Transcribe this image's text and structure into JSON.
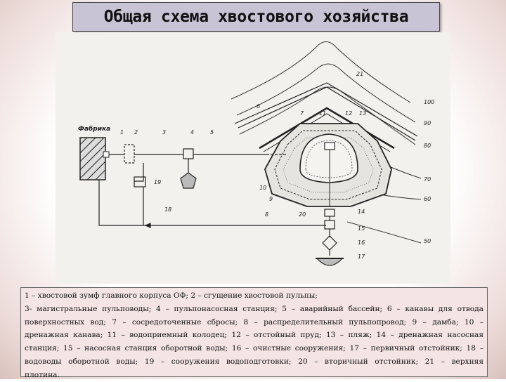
{
  "title": "Общая схема хвостового хозяйства",
  "diagram": {
    "factory_label": "Фабрика",
    "callouts": [
      "1",
      "2",
      "3",
      "4",
      "5",
      "6",
      "7",
      "8",
      "9",
      "10",
      "11",
      "12",
      "13",
      "14",
      "15",
      "16",
      "17",
      "18",
      "19",
      "20",
      "21"
    ],
    "contour_labels": [
      "100",
      "90",
      "80",
      "70",
      "60",
      "50"
    ]
  },
  "legend": {
    "lines": [
      "1 – хвостовой зумф главного корпуса ОФ; 2 – сгущение хвостовой пульпы;",
      "3- магистральные пульповоды; 4 – пульпонасосная станция; 5 – аварийный бассейн; 6 – канавы для отвода",
      "поверхностных вод; 7 – сосредоточенные сбросы; 8 – распределительный пульпопровод; 9 – дамба; 10 –",
      "дренажная канава; 11 – водоприемный колодец; 12 – отстойный пруд; 13 – пляж; 14 – дренажная насосная",
      "станция; 15 – насосная станция оборотной воды; 16 – очистные сооружения; 17 – первичный отстойник; 18 –",
      "водоводы оборотной воды; 19 – сооружения водоподготовки; 20 – вторичный отстойник; 21 – верхняя",
      "плотина."
    ]
  }
}
